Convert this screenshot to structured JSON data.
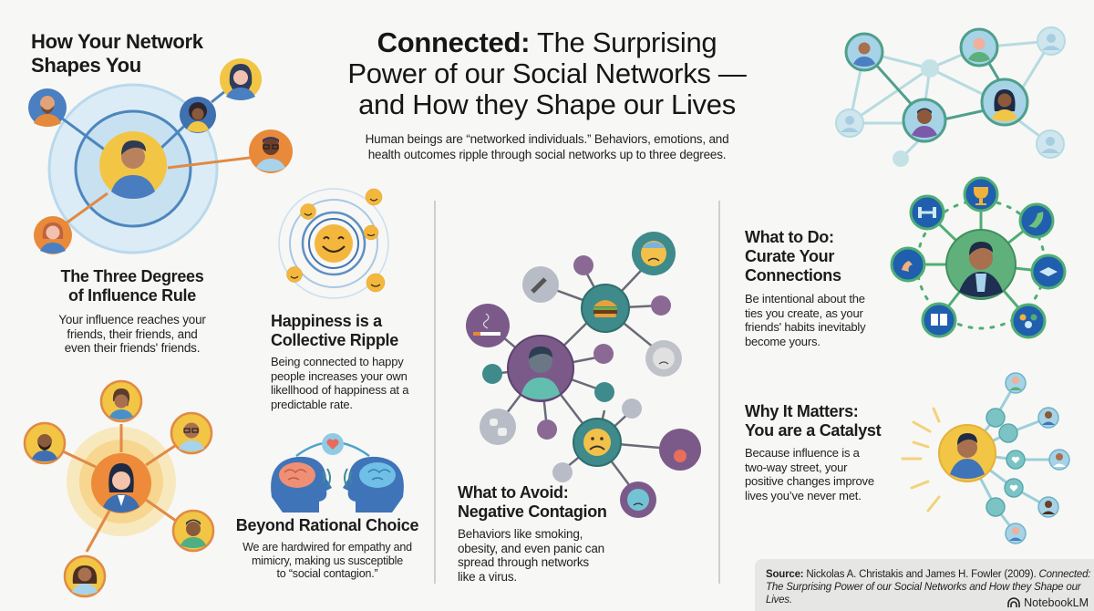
{
  "header": {
    "title_bold": "Connected:",
    "title_rest_line1": "The Surprising",
    "title_line2": "Power of our Social Networks —",
    "title_line3": "and How they Shape our Lives",
    "subtitle_line1": "Human beings are “networked individuals.” Behaviors, emotions, and",
    "subtitle_line2": "health outcomes ripple through social networks up to three degrees."
  },
  "sections": {
    "network_shapes": {
      "title_line1": "How Your Network",
      "title_line2": "Shapes You"
    },
    "three_degrees": {
      "title_line1": "The Three Degrees",
      "title_line2": "of Influence Rule",
      "body": [
        "Your influence reaches your",
        "friends, their friends, and",
        "even their friends' friends."
      ]
    },
    "happiness": {
      "title_line1": "Happiness is a",
      "title_line2": "Collective Ripple",
      "body": [
        "Being connected to happy",
        "people increases your own",
        "likellhood of happiness at a",
        "predictable rate."
      ]
    },
    "rational_choice": {
      "title": "Beyond Rational Choice",
      "body": [
        "We are hardwired for empathy and",
        "mimicry, making us susceptible",
        "to “social contagion.”"
      ]
    },
    "avoid": {
      "title_line1": "What to Avoid:",
      "title_line2": "Negative Contagion",
      "body": [
        "Behaviors like smoking,",
        "obesity, and even panic can",
        "spread through networks",
        "like a virus."
      ]
    },
    "what_to_do": {
      "title_line1": "What to Do:",
      "title_line2": "Curate Your",
      "title_line3": "Connections",
      "body": [
        "Be intentional about the",
        "ties you create, as your",
        "friends' habits inevitably",
        "become yours."
      ]
    },
    "why_matters": {
      "title_line1": "Why It Matters:",
      "title_line2": "You are a Catalyst",
      "body": [
        "Because influence is a",
        "two-way street, your",
        "positive changes improve",
        "lives you’ve never met."
      ]
    }
  },
  "source": {
    "label": "Source:",
    "text_plain": "Nickolas A. Christakis and James H. Fowler (2009).",
    "text_italic_1": "Connected:",
    "text_italic_2": "The Surprising Power of our Social Networks and How they Shape our Lives."
  },
  "brand": {
    "name": "NotebookLM",
    "icon": "notebooklm-logo-icon"
  },
  "icons": {
    "curate_nodes": [
      "dumbbell-icon",
      "trophy-icon",
      "running-shoe-icon",
      "graduation-cap-icon",
      "community-icon",
      "book-icon",
      "flexed-arm-icon"
    ],
    "avoid_nodes": [
      "cigarette-icon",
      "vape-icon",
      "burger-icon",
      "anxious-face-icon",
      "sad-face-icon",
      "worried-face-icon",
      "pill-icon",
      "apple-icon",
      "crying-face-icon"
    ]
  },
  "colors": {
    "background": "#f7f7f5",
    "blue_accent": "#4a7fc1",
    "orange_accent": "#e8873a",
    "yellow_accent": "#f2c141",
    "teal_accent": "#3f8a8a",
    "purple_accent": "#7b5a8a",
    "green_accent": "#4fae74"
  }
}
